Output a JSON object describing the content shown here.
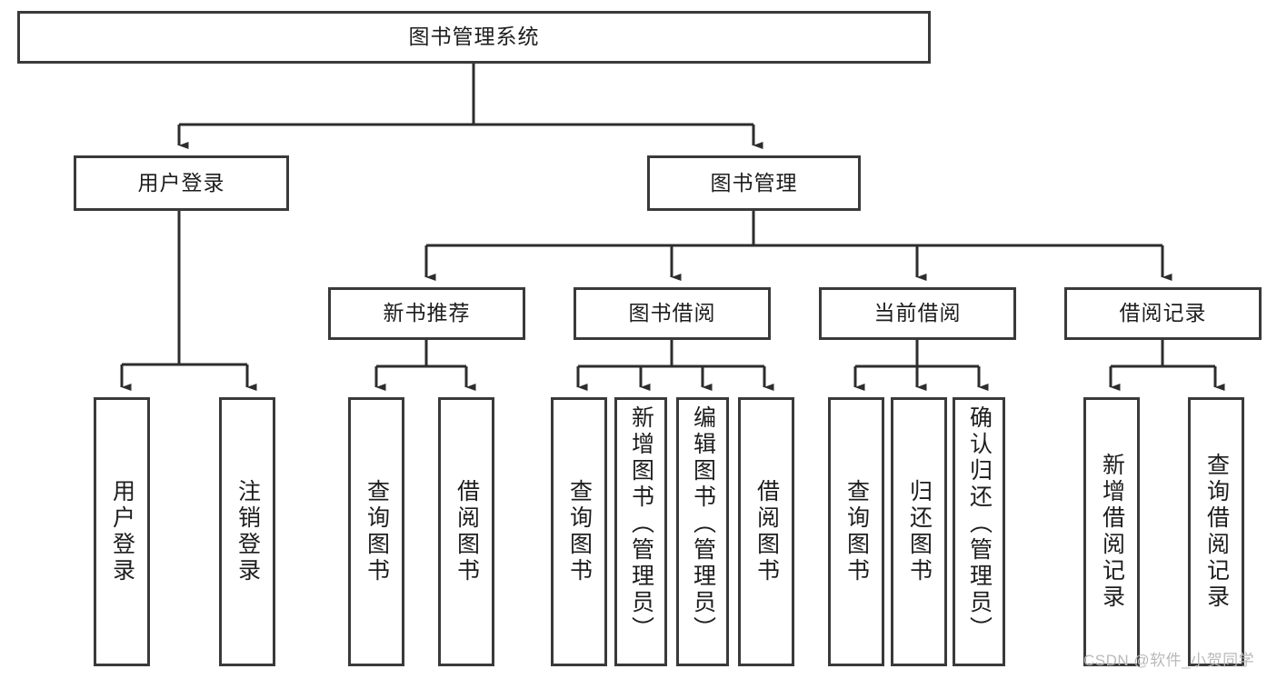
{
  "diagram": {
    "type": "hierarchy-tree",
    "title": "图书管理系统",
    "watermark": "CSDN @软件_小贺同学",
    "colors": {
      "box_border": "#3a3a3a",
      "box_fill": "#ffffff",
      "connector": "#2d2d2d",
      "text": "#1d1d1d",
      "watermark": "#b9b9b9"
    },
    "levels": {
      "root": {
        "label": "图书管理系统"
      },
      "level2": [
        {
          "label": "用户登录"
        },
        {
          "label": "图书管理"
        }
      ],
      "level3": [
        {
          "label": "新书推荐"
        },
        {
          "label": "图书借阅"
        },
        {
          "label": "当前借阅"
        },
        {
          "label": "借阅记录"
        }
      ],
      "leaves": {
        "user_login": [
          {
            "label": "用户登录"
          },
          {
            "label": "注销登录"
          }
        ],
        "new_book_recommend": [
          {
            "label": "查询图书"
          },
          {
            "label": "借阅图书"
          }
        ],
        "book_borrow": [
          {
            "label": "查询图书"
          },
          {
            "label": "新增图书（管理员）"
          },
          {
            "label": "编辑图书（管理员）"
          },
          {
            "label": "借阅图书"
          }
        ],
        "current_borrow": [
          {
            "label": "查询图书"
          },
          {
            "label": "归还图书"
          },
          {
            "label": "确认归还（管理员）"
          }
        ],
        "borrow_records": [
          {
            "label": "新增借阅记录"
          },
          {
            "label": "查询借阅记录"
          }
        ]
      }
    }
  }
}
